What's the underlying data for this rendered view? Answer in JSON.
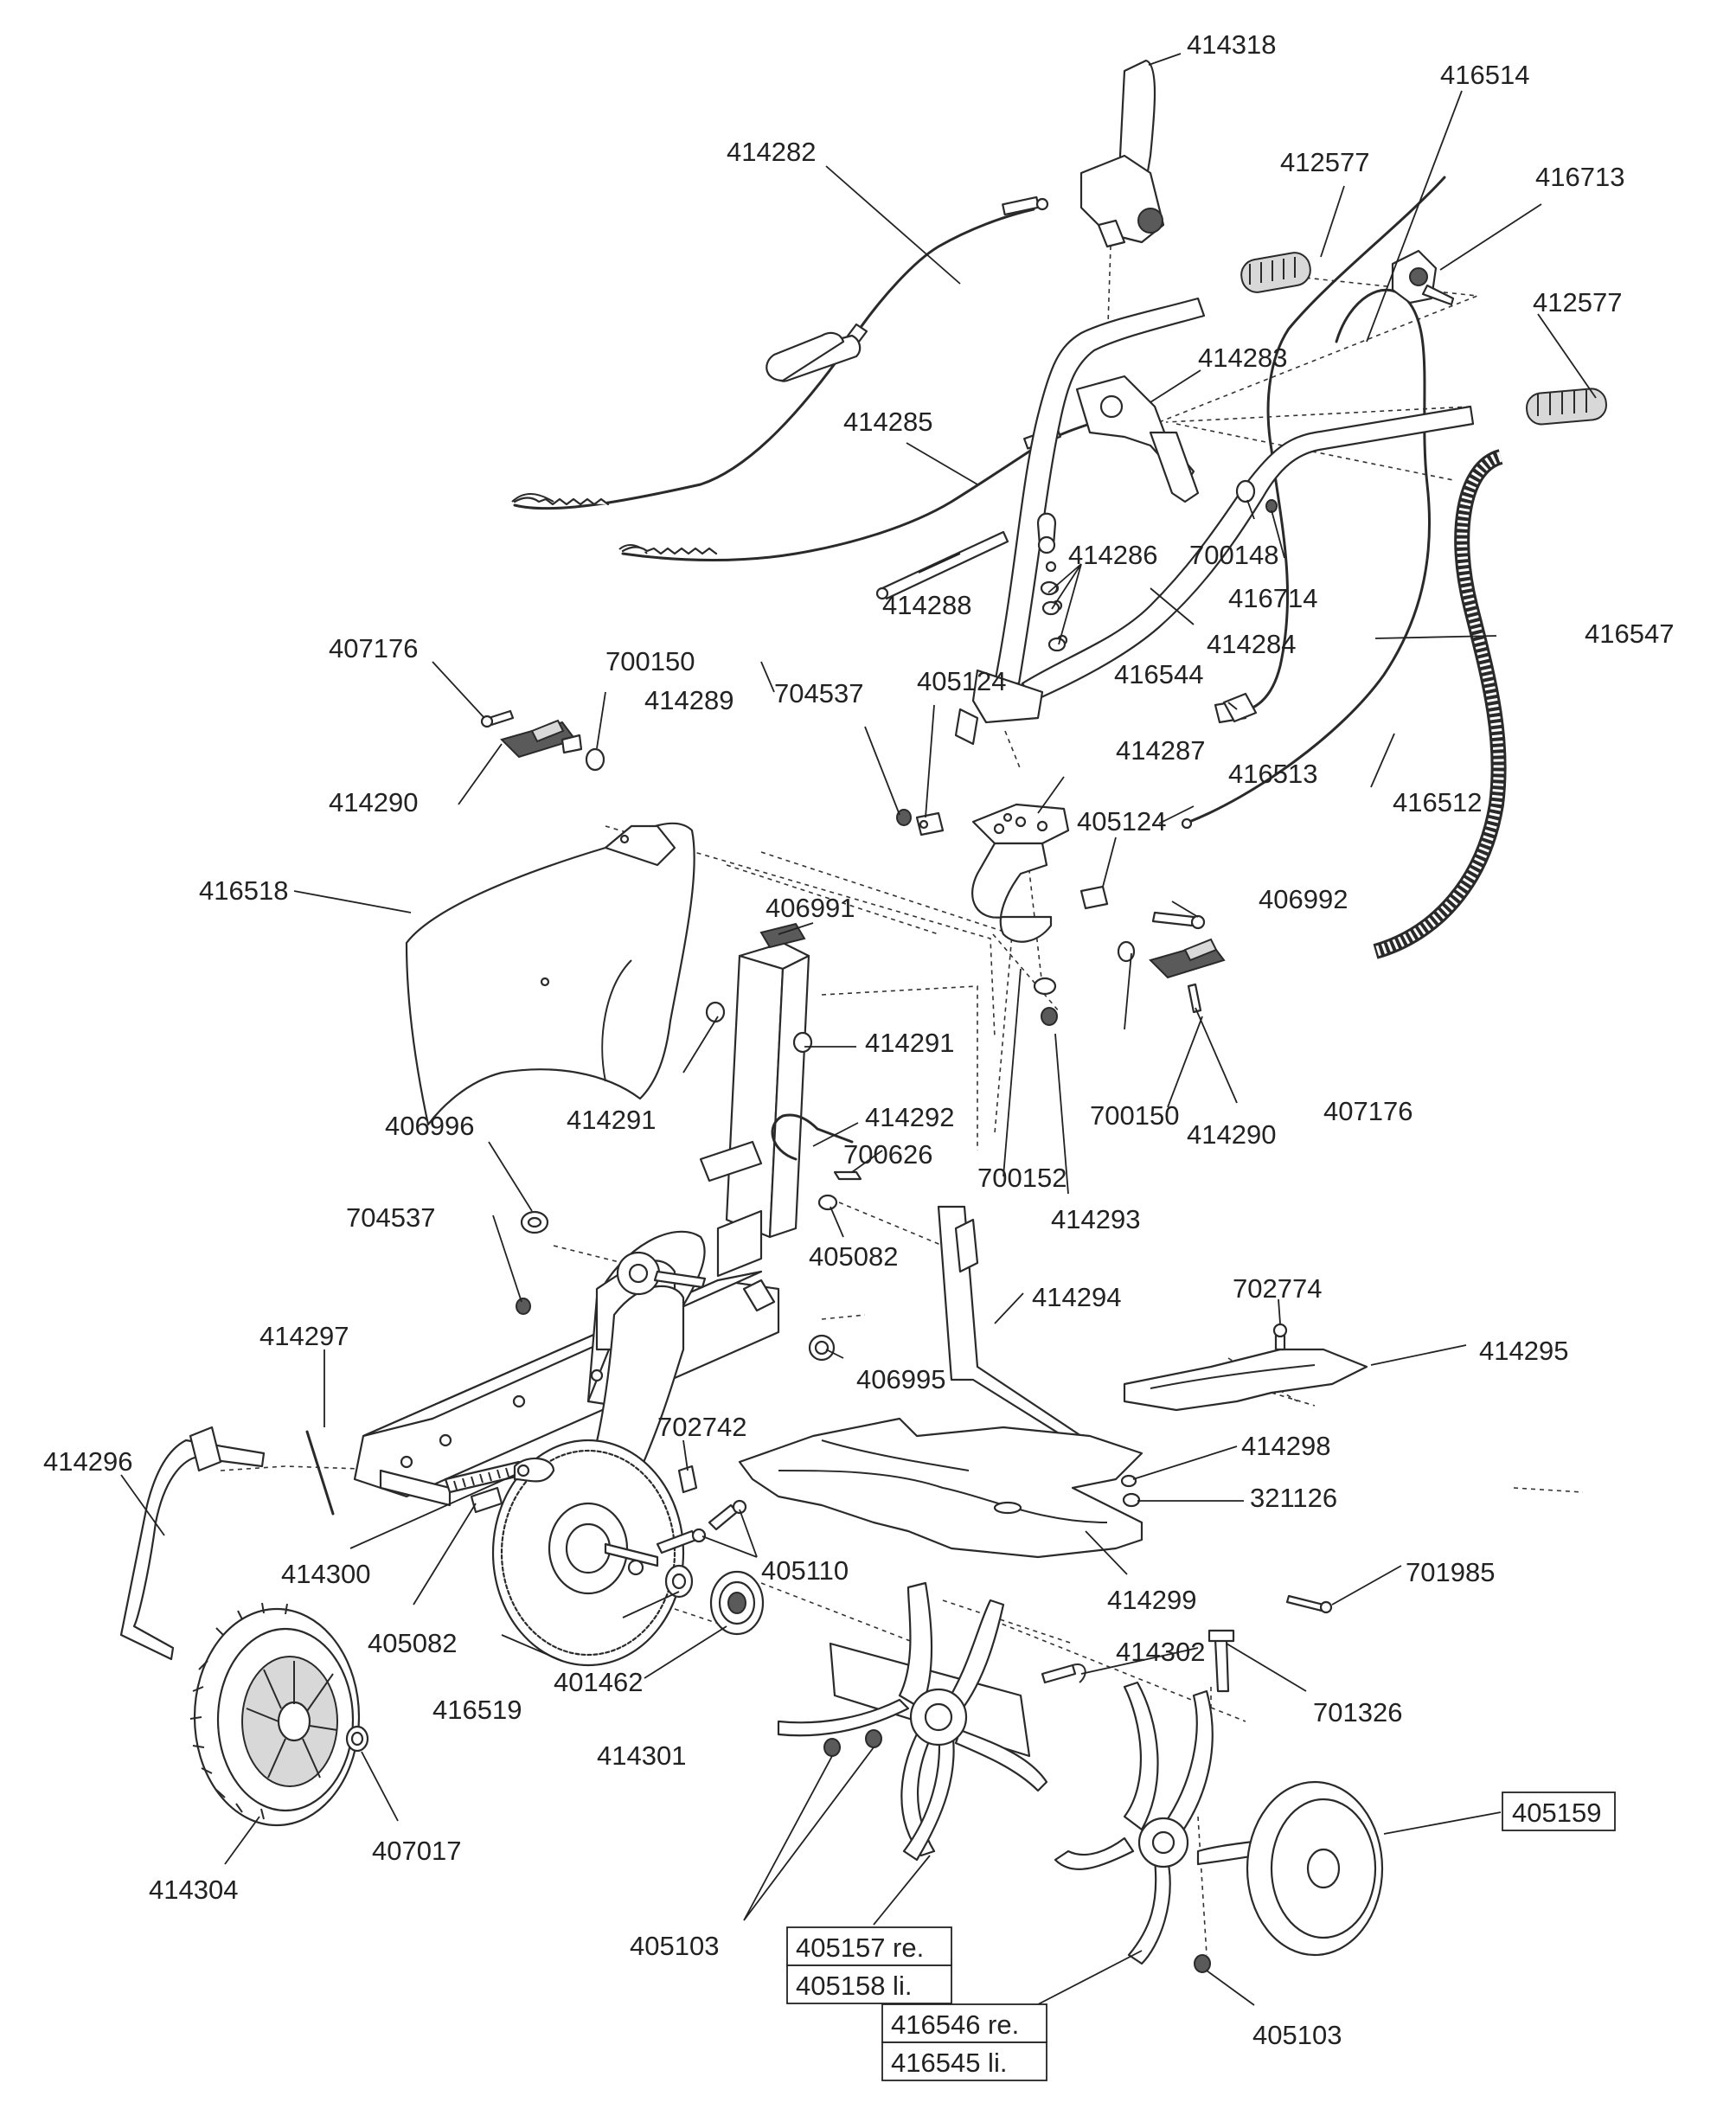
{
  "labels": {
    "l414318": "414318",
    "l416514": "416514",
    "l414282": "414282",
    "l412577a": "412577",
    "l416713": "416713",
    "l412577b": "412577",
    "l414283": "414283",
    "l414285": "414285",
    "l414286": "414286",
    "l700148": "700148",
    "l416714": "416714",
    "l416547": "416547",
    "l414288": "414288",
    "l414284": "414284",
    "l407176a": "407176",
    "l700150a": "700150",
    "l414289": "414289",
    "l704537a": "704537",
    "l405124a": "405124",
    "l416544": "416544",
    "l414287": "414287",
    "l416513": "416513",
    "l416512": "416512",
    "l414290a": "414290",
    "l405124b": "405124",
    "l406992": "406992",
    "l416518": "416518",
    "l406991": "406991",
    "l414291a": "414291",
    "l414291b": "414291",
    "l700150b": "700150",
    "l407176b": "407176",
    "l414290b": "414290",
    "l406996": "406996",
    "l414292": "414292",
    "l700626": "700626",
    "l700152": "700152",
    "l414293": "414293",
    "l704537b": "704537",
    "l405082a": "405082",
    "l414294": "414294",
    "l702774": "702774",
    "l414297": "414297",
    "l406995": "406995",
    "l414295": "414295",
    "l414296": "414296",
    "l702742": "702742",
    "l414298": "414298",
    "l321126": "321126",
    "l414300": "414300",
    "l405110": "405110",
    "l414299": "414299",
    "l701985": "701985",
    "l405082b": "405082",
    "l401462": "401462",
    "l414302": "414302",
    "l416519": "416519",
    "l701326": "701326",
    "l414301": "414301",
    "l405159": "405159",
    "l407017": "407017",
    "l414304": "414304",
    "l405103a": "405103",
    "l405157": "405157 re.",
    "l405158": "405158 li.",
    "l405103b": "405103",
    "l416546": "416546 re.",
    "l416545": "416545 li."
  }
}
